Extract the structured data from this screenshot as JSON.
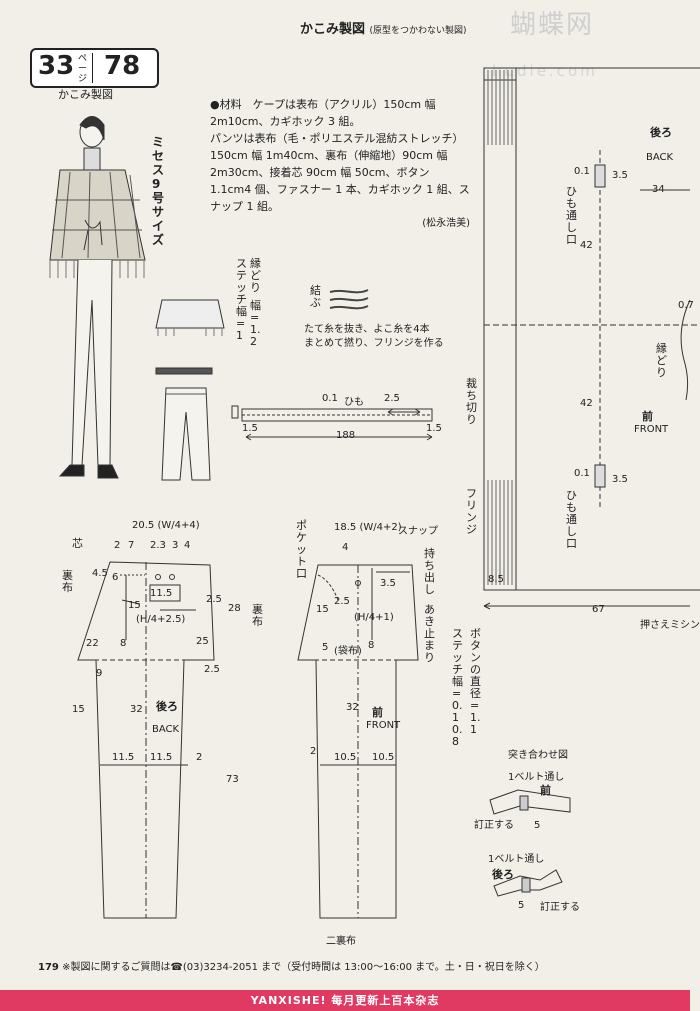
{
  "header": {
    "title": "かこみ製図",
    "subtitle": "(原型をつかわない製図)"
  },
  "watermark": {
    "logo": "蝴蝶网",
    "url": "hudie.com"
  },
  "badge": {
    "num_left": "33",
    "page_word": "ページ",
    "num_right": "78",
    "caption": "かこみ製図"
  },
  "size_label": "ミセス9号サイズ",
  "materials": {
    "line1": "●材料　ケープは表布（アクリル）150cm 幅 2m10cm、カギホック 3 組。",
    "line2": "パンツは表布（毛・ポリエステル混紡ストレッチ）150cm 幅 1m40cm、裏布（伸縮地）90cm 幅 2m30cm、接着芯 90cm 幅 50cm、ボタン 1.1cm4 個、ファスナー 1 本、カギホック 1 組、スナップ 1 組。",
    "credit": "(松永浩美)"
  },
  "cape_notes": {
    "stitch": "ステッチ幅=1",
    "edge": "縁どり",
    "edge_width": "幅=1.2",
    "tie": "結ぶ",
    "fringe_note1": "たて糸を抜き、よこ糸を4本",
    "fringe_note2": "まとめて撚り、フリンジを作る",
    "cut": "裁ち切り",
    "fringe": "フリンジ",
    "himo": "ひも",
    "dim_01": "0.1",
    "dim_25": "2.5",
    "dim_15a": "1.5",
    "dim_188": "188",
    "dim_15b": "1.5"
  },
  "cape_pattern": {
    "back": "後ろ",
    "back_en": "BACK",
    "front": "前",
    "front_en": "FRONT",
    "himo_loop": "ひも通し口",
    "edge": "縁どり",
    "d_01a": "0.1",
    "d_35a": "3.5",
    "d_34": "34",
    "d_42a": "42",
    "d_42b": "42",
    "d_01b": "0.1",
    "d_35b": "3.5",
    "d_85": "8.5",
    "d_67": "67",
    "d_07": "0.7",
    "press": "押さえミシン"
  },
  "pants_back": {
    "label": "後ろ",
    "label_en": "BACK",
    "w1": "20.5",
    "w2": "(W/4+4)",
    "lining": "裏布",
    "interfacing": "芯",
    "d_2": "2",
    "d_7": "7",
    "d_3": "3",
    "d_23": "2.3",
    "d_4": "4",
    "d_45": "4.5",
    "d_6": "6",
    "d_115a": "11.5",
    "d_25a": "2.5",
    "d_15": "15",
    "hip": "(H/4+2.5)",
    "d_22": "22",
    "d_8": "8",
    "d_25b": "2.5",
    "d_9": "9",
    "d_15b": "15",
    "d_32": "32",
    "d_115b": "11.5",
    "d_115c": "11.5",
    "d_2b": "2",
    "d_28": "28",
    "d_73": "73",
    "d_25c": "25"
  },
  "pants_front": {
    "label": "前",
    "label_en": "FRONT",
    "w1": "18.5",
    "w2": "(W/4+2)",
    "snap": "スナップ",
    "pocket": "ポケット口",
    "lining": "裏布",
    "mochidashi": "持ち出し",
    "akidomari": "あき止まり",
    "fukuro": "(袋布)",
    "hip": "(H/4+1)",
    "d_4": "4",
    "d_35": "3.5",
    "d_25": "2.5",
    "d_5": "5",
    "d_15": "15",
    "d_32": "32",
    "d_105a": "10.5",
    "d_105b": "10.5",
    "d_2": "2",
    "d_8": "8"
  },
  "buttons": {
    "diameter": "ボタンの直径=1.1",
    "stitch": "ステッチ幅=0.1 0.8"
  },
  "belt": {
    "title": "突き合わせ図",
    "loop1": "1ベルト通し",
    "front": "前",
    "correct1": "訂正する",
    "d_5a": "5",
    "loop2": "1ベルト通し",
    "back": "後ろ",
    "correct2": "訂正する",
    "d_5b": "5"
  },
  "bottom_label": "二裏布",
  "footer": {
    "page": "179",
    "text": "※製図に関するご質問は☎(03)3234-2051 まで（受付時間は 13:00〜16:00 まで。土・日・祝日を除く）",
    "banner": "YANXISHE! 每月更新上百本杂志"
  }
}
